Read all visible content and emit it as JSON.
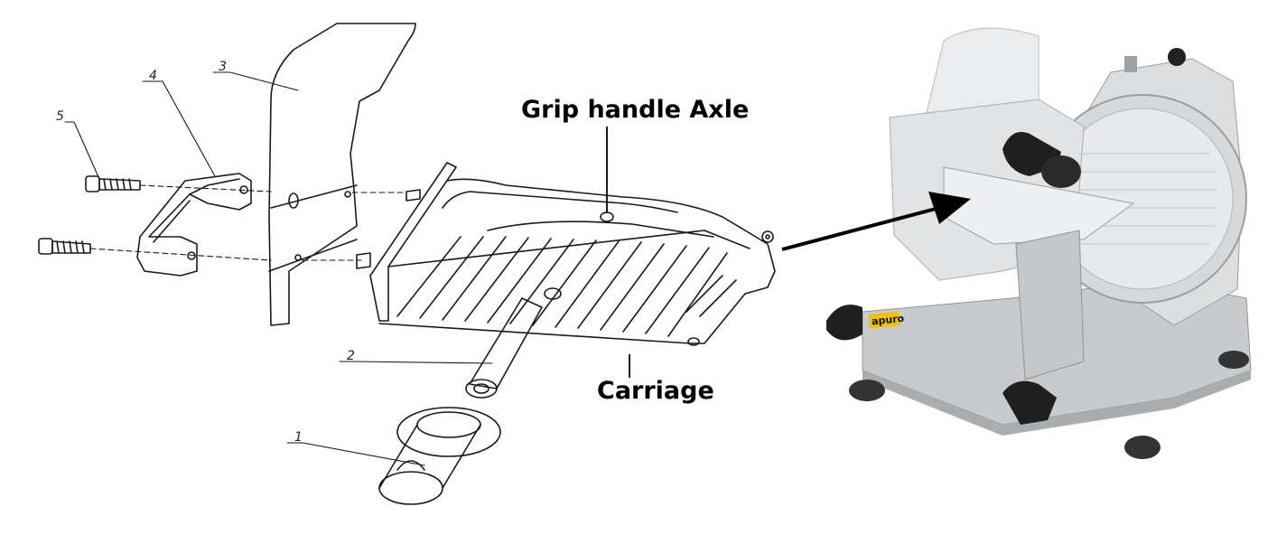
{
  "callouts": {
    "grip_handle_axle": "Grip handle Axle",
    "carriage": "Carriage"
  },
  "part_numbers": [
    "1",
    "2",
    "3",
    "4",
    "5"
  ],
  "photo": {
    "brand_label": "apuro",
    "brand_label_bg": "#f2c200"
  },
  "colors": {
    "line_art": "#1a1a1a",
    "arrow": "#000000",
    "aluminium": "#cfd2d4",
    "knob": "#222222"
  }
}
